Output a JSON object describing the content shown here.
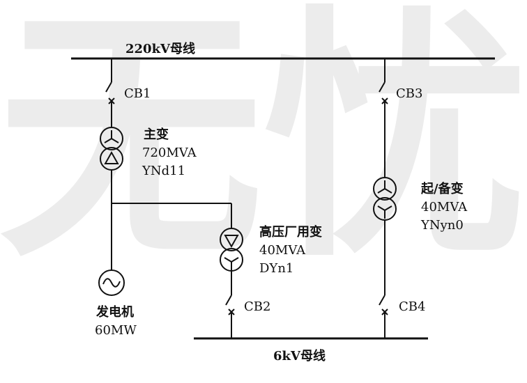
{
  "colors": {
    "line": "#111111",
    "watermark": "#ececec",
    "background": "#ffffff"
  },
  "watermark": {
    "text": "无忧"
  },
  "bus_220": {
    "label": "220kV母线"
  },
  "bus_6": {
    "label": "6kV母线"
  },
  "breakers": {
    "cb1": "CB1",
    "cb2": "CB2",
    "cb3": "CB3",
    "cb4": "CB4"
  },
  "main_transformer": {
    "name": "主变",
    "rating": "720MVA",
    "vector_group": "YNd11"
  },
  "aux_transformer": {
    "name": "高压厂用变",
    "rating": "40MVA",
    "vector_group": "DYn1"
  },
  "startup_transformer": {
    "name": "起/备变",
    "rating": "40MVA",
    "vector_group": "YNyn0"
  },
  "generator": {
    "name": "发电机",
    "rating": "60MW"
  },
  "icons": {
    "generator": "ac-source-icon",
    "transformer": "two-winding-transformer-icon",
    "breaker": "circuit-breaker-icon"
  }
}
